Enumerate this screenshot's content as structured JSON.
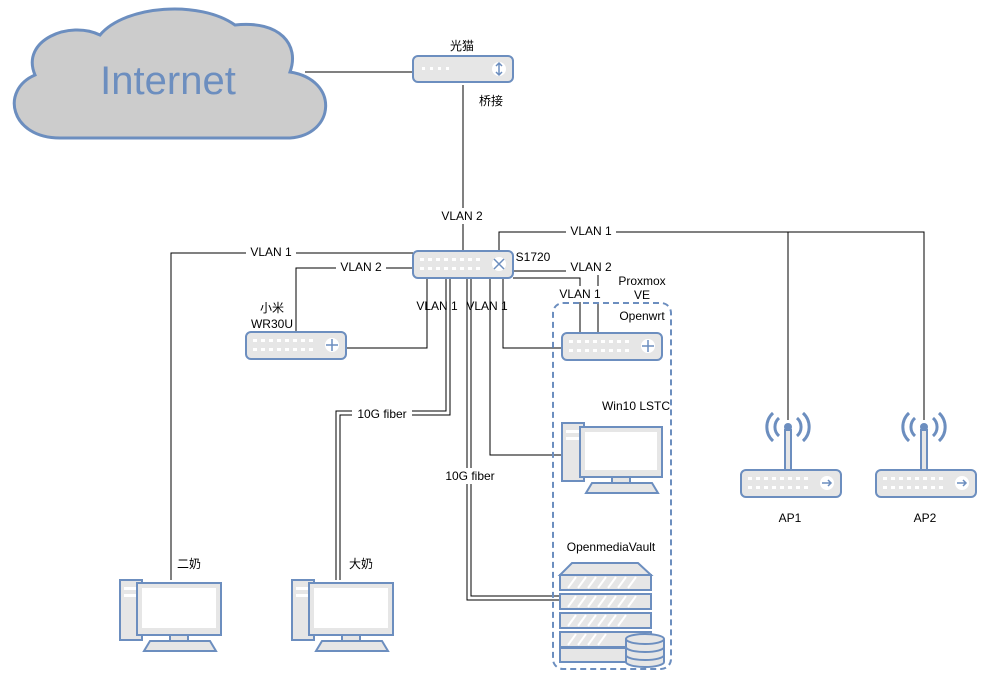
{
  "cloud": {
    "label": "Internet"
  },
  "devices": {
    "ont": {
      "label": "光猫",
      "mode": "桥接"
    },
    "core_switch": {
      "label": "S1720"
    },
    "router": {
      "label_line1": "小米",
      "label_line2": "WR30U"
    },
    "proxmox": {
      "label_line1": "Proxmox",
      "label_line2": "VE"
    },
    "openwrt": {
      "label": "Openwrt"
    },
    "win10": {
      "label": "Win10 LSTC"
    },
    "omv": {
      "label": "OpenmediaVault"
    },
    "ap1": {
      "label": "AP1"
    },
    "ap2": {
      "label": "AP2"
    },
    "pc2": {
      "label": "二奶"
    },
    "pc1": {
      "label": "大奶"
    }
  },
  "links": {
    "uplink_vlan": "VLAN 2",
    "pc2_vlan": "VLAN 1",
    "router_vlan": "VLAN 2",
    "ap_vlan": "VLAN 1",
    "openwrt_vlan2": "VLAN 2",
    "openwrt_vlan1": "VLAN 1",
    "router_lan_vlan": "VLAN 1",
    "win10_vlan": "VLAN 1",
    "pc1_fiber": "10G fiber",
    "omv_fiber": "10G fiber"
  },
  "colors": {
    "device_fill": "#e6e6e6",
    "device_stroke": "#6c8ebf",
    "cloud_fill": "#cccccc",
    "cloud_stroke": "#6c8ebf",
    "text_accent": "#6c8ebf"
  }
}
